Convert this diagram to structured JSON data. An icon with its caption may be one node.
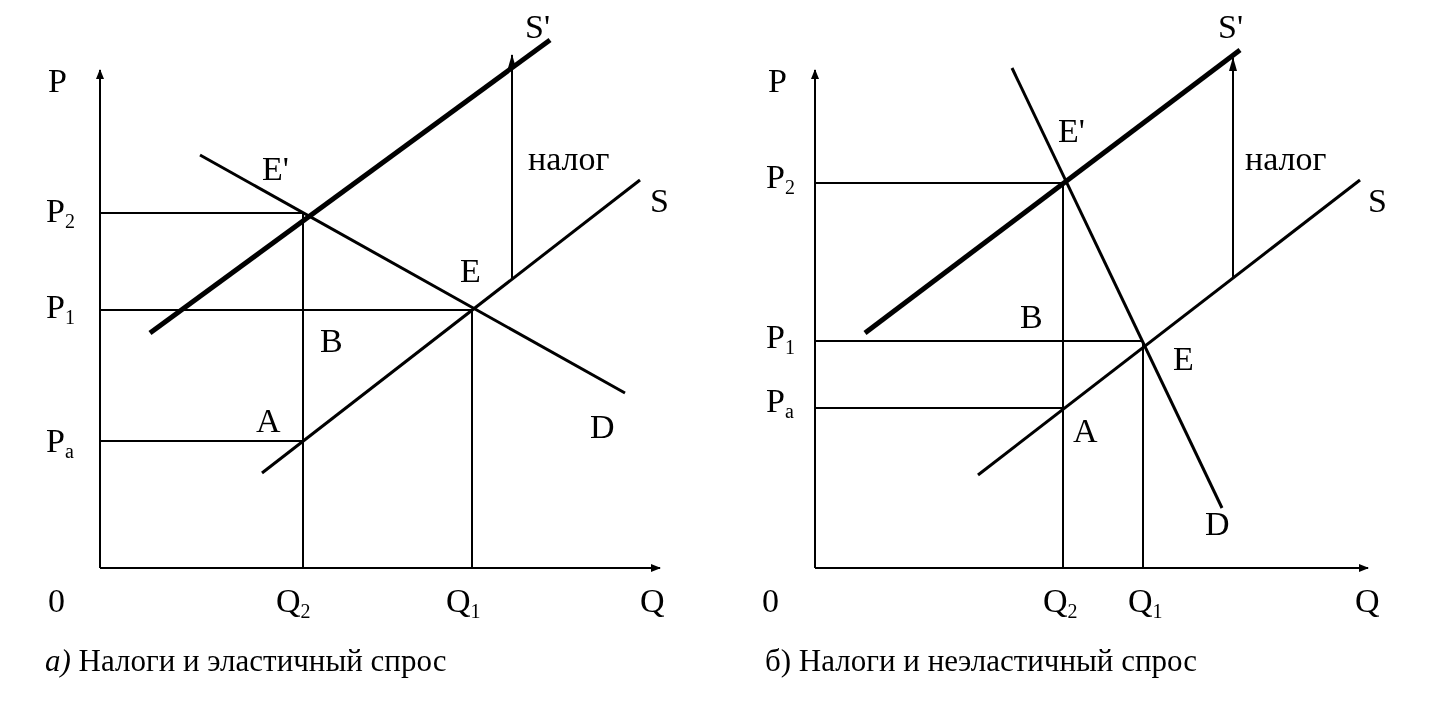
{
  "diagram": {
    "labels": [
      "P",
      "S'",
      "налог",
      "E'",
      "P$_{2}$",
      "S",
      "E",
      "P$_{1}$",
      "B",
      "A",
      "D",
      "P$_{a}$",
      "0",
      "Q$_{2}$",
      "Q$_{1}$",
      "Q",
      "*а)* Налоги и эластичный спрос",
      "P",
      "S'",
      "E'",
      "налог",
      "P$_{2}$",
      "S",
      "B",
      "P$_{1}$",
      "E",
      "P$_{a}$",
      "A",
      "D",
      "0",
      "Q$_{2}$",
      "Q$_{1}$",
      "Q",
      "б) Налоги и неэластичный спрос"
    ]
  }
}
